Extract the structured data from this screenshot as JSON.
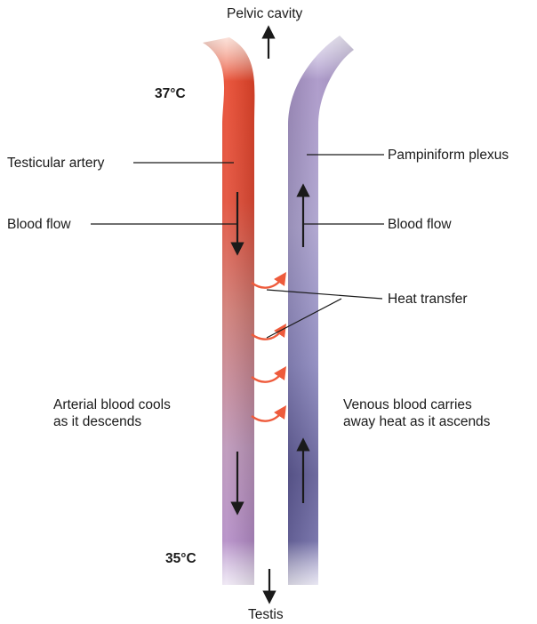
{
  "labels": {
    "top": "Pelvic cavity",
    "bottom": "Testis",
    "temp_top": "37°C",
    "temp_bottom": "35°C",
    "artery": "Testicular artery",
    "plexus": "Pampiniform plexus",
    "flow_left": "Blood flow",
    "flow_right": "Blood flow",
    "heat": "Heat transfer",
    "arterial_note": [
      "Arterial blood cools",
      "as it descends"
    ],
    "venous_note": [
      "Venous blood carries",
      "away heat as it ascends"
    ]
  },
  "colors": {
    "artery_warm": "#e8452a",
    "artery_cool": "#b48cc4",
    "vein": "#9b93c4",
    "vein_dark": "#5e5a94",
    "heat_arrow": "#ee5b3c",
    "line": "#1a1a1a"
  }
}
